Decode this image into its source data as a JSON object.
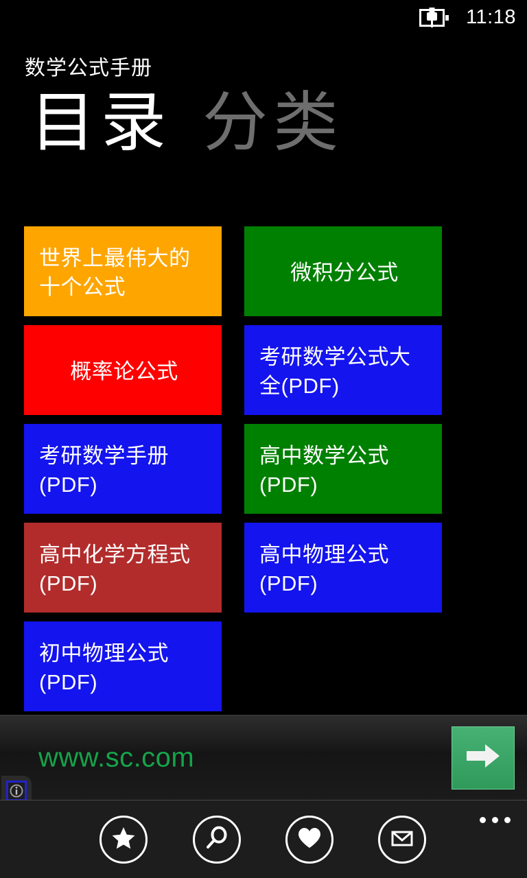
{
  "status_bar": {
    "battery_icon": "battery-charging-icon",
    "time": "11:18"
  },
  "header": {
    "app_title": "数学公式手册",
    "tabs": [
      {
        "label": "目录",
        "active": true
      },
      {
        "label": "分类",
        "active": false
      }
    ]
  },
  "colors": {
    "background": "#000000",
    "tile_orange": "#FFA500",
    "tile_green": "#008000",
    "tile_red": "#FF0000",
    "tile_blue": "#1414EE",
    "tile_brick": "#B22C2C",
    "ad_green": "#16a34a",
    "ad_button_green": "#2f9a5a",
    "appbar_background": "#1d1d1d",
    "tab_active": "#FFFFFF",
    "tab_inactive": "#6e6e6e"
  },
  "tiles": [
    {
      "label": "世界上最伟大的十个公式",
      "color": "#FFA500",
      "align": "left"
    },
    {
      "label": "微积分公式",
      "color": "#008000",
      "align": "center"
    },
    {
      "label": "概率论公式",
      "color": "#FF0000",
      "align": "center"
    },
    {
      "label": "考研数学公式大全(PDF)",
      "color": "#1414EE",
      "align": "left"
    },
    {
      "label": "考研数学手册(PDF)",
      "color": "#1414EE",
      "align": "left"
    },
    {
      "label": "高中数学公式(PDF)",
      "color": "#008000",
      "align": "left"
    },
    {
      "label": "高中化学方程式(PDF)",
      "color": "#B22C2C",
      "align": "left"
    },
    {
      "label": "高中物理公式(PDF)",
      "color": "#1414EE",
      "align": "left"
    },
    {
      "label": "初中物理公式(PDF)",
      "color": "#1414EE",
      "align": "left"
    }
  ],
  "ad_banner": {
    "url_text": "www.sc.com",
    "cta_icon": "arrow-right-icon",
    "info_icon": "info-badge-icon"
  },
  "app_bar": {
    "buttons": [
      {
        "icon": "star-icon",
        "name": "favorites-button"
      },
      {
        "icon": "search-icon",
        "name": "search-button"
      },
      {
        "icon": "heart-icon",
        "name": "like-button"
      },
      {
        "icon": "mail-icon",
        "name": "mail-button"
      }
    ],
    "more_icon": "ellipsis-icon"
  }
}
